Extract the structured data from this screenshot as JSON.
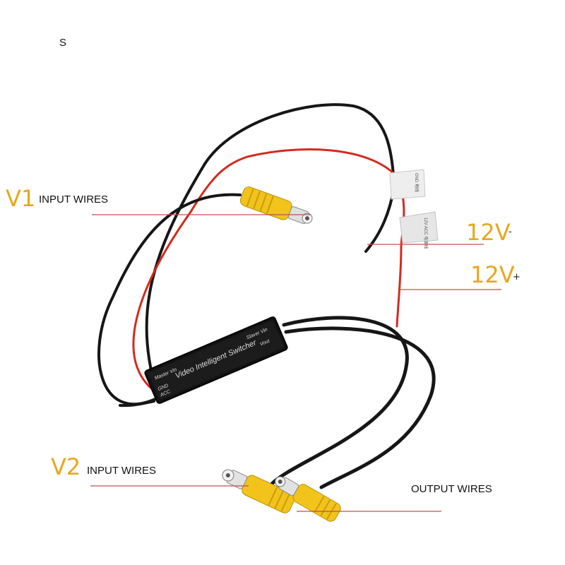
{
  "header": {
    "mark": "S"
  },
  "switcher": {
    "title": "Video Intelligent Switcher",
    "port_master": "Master Vin",
    "port_gnd": "GND",
    "port_acc": "ACC",
    "port_slave": "Slaver Vin",
    "port_vout": "Vout"
  },
  "tags": {
    "top": "GND 地线",
    "bottom": "12V ACC 电源线"
  },
  "callouts": {
    "v1": {
      "prefix": "V1",
      "text": "INPUT WIRES"
    },
    "v2": {
      "prefix": "V2",
      "text": "INPUT WIRES"
    },
    "output": {
      "text": "OUTPUT WIRES"
    },
    "minus": {
      "prefix": "12V",
      "sign": "-"
    },
    "plus": {
      "prefix": "12V",
      "sign": "+"
    }
  },
  "colors": {
    "label_accent": "#e6a81e",
    "leader_line": "#c0504d",
    "wire_black": "#161616",
    "wire_red": "#d42a1f",
    "rca_yellow": "#f2c31a"
  }
}
